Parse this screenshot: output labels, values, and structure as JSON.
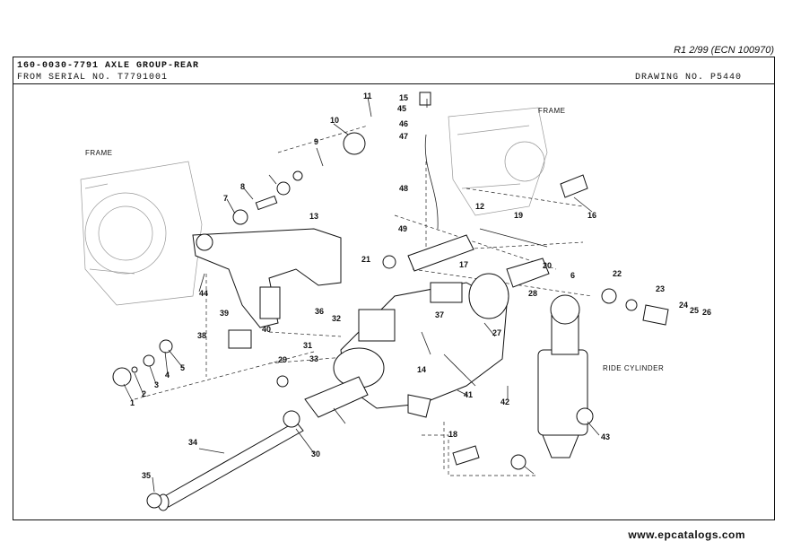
{
  "revision": "R1 2/99 (ECN 100970)",
  "header": {
    "title": "160-0030-7791 AXLE GROUP-REAR",
    "serial": "FROM SERIAL NO. T7791001",
    "drawing": "DRAWING NO. P5440"
  },
  "annotations": {
    "frame_left": "FRAME",
    "frame_right": "FRAME",
    "ride_cylinder": "RIDE CYLINDER"
  },
  "callouts": [
    "1",
    "2",
    "3",
    "4",
    "5",
    "6",
    "7",
    "8",
    "9",
    "10",
    "11",
    "12",
    "13",
    "14",
    "15",
    "16",
    "17",
    "18",
    "19",
    "20",
    "21",
    "22",
    "23",
    "24",
    "25",
    "26",
    "27",
    "28",
    "29",
    "30",
    "31",
    "32",
    "33",
    "34",
    "35",
    "36",
    "37",
    "38",
    "39",
    "40",
    "41",
    "42",
    "43",
    "44",
    "45",
    "46",
    "47",
    "48",
    "49"
  ],
  "watermark": "www.epcatalogs.com"
}
